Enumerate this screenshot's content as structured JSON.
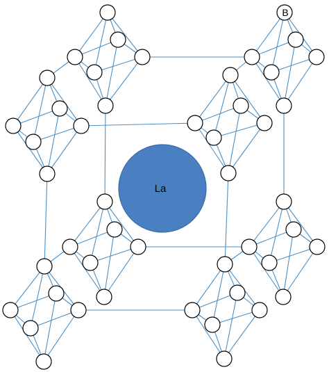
{
  "labels": {
    "boron": "B",
    "lanthanum": "La"
  },
  "colors": {
    "lanthanum_fill": "#4a7fc1",
    "bond": "#4a90c8",
    "boron_stroke": "#000000"
  },
  "structure": {
    "octahedra_count": 8,
    "atoms_per_octahedron": 6,
    "central_atom": "La",
    "cluster_atom": "B"
  }
}
